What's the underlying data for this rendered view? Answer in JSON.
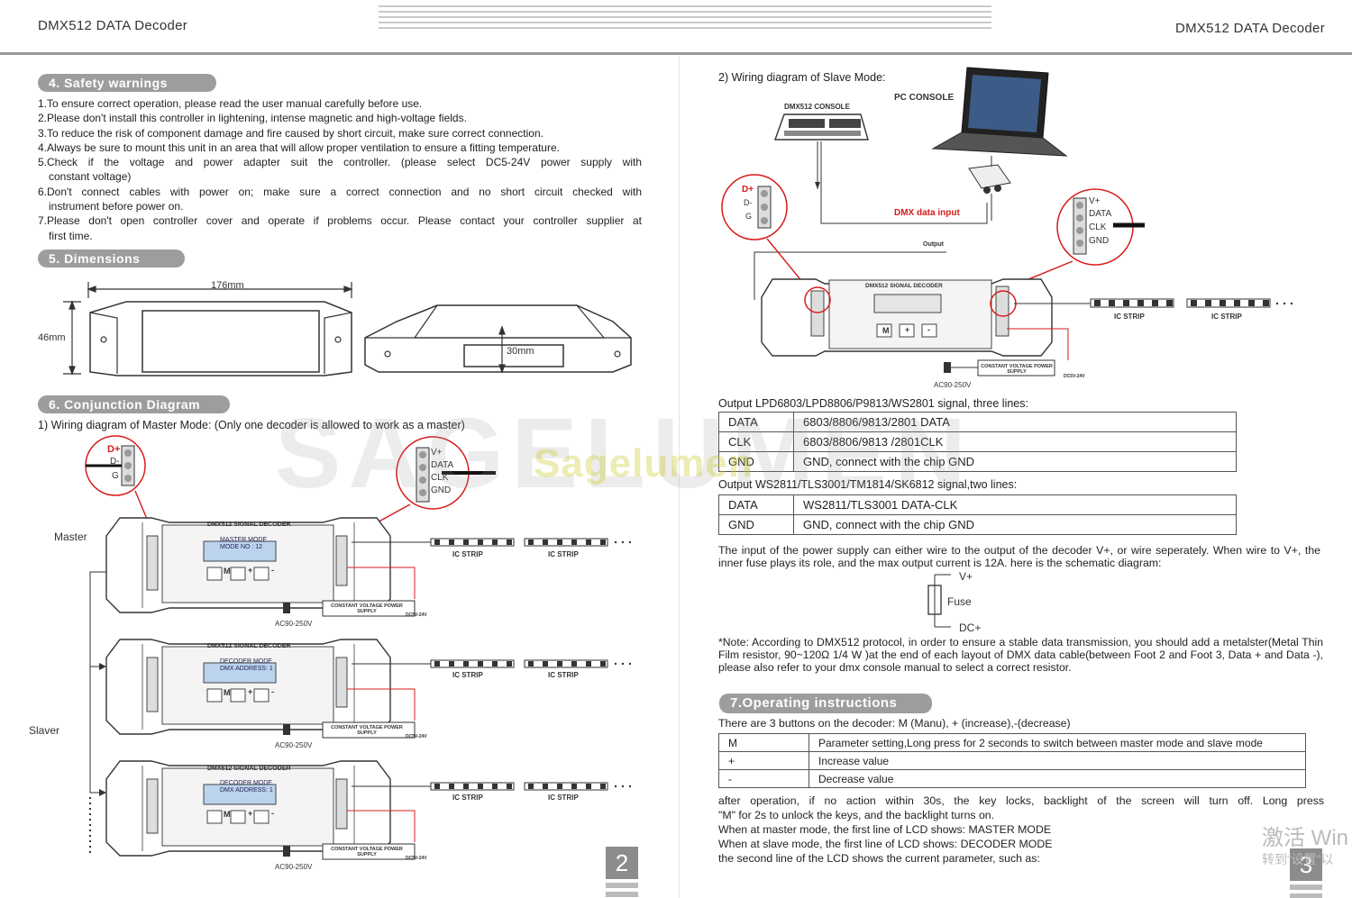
{
  "header": {
    "left_title": "DMX512 DATA Decoder",
    "right_title": "DMX512 DATA Decoder"
  },
  "left": {
    "safety": {
      "heading": "4. Safety warnings",
      "items": [
        "1.To ensure correct operation, please read the user manual carefully before use.",
        "2.Please don't install this controller in lightening, intense magnetic and high-voltage fields.",
        "3.To reduce the risk of component damage and fire caused by short circuit, make sure correct connection.",
        "4.Always be sure to mount this unit in an area that will allow proper ventilation to ensure a  fitting temperature.",
        "5.Check if the voltage and power adapter suit the controller. (please select DC5-24V power supply with",
        "constant voltage)",
        "6.Don't connect cables with power on; make sure a correct connection and no short circuit checked with",
        "instrument before power on.",
        "7.Please don't open controller cover and operate if problems occur. Please contact your controller supplier at",
        "first time."
      ]
    },
    "dimensions": {
      "heading": "5. Dimensions",
      "length": "176mm",
      "height": "46mm",
      "depth": "30mm"
    },
    "conjunction": {
      "heading": "6. Conjunction Diagram",
      "master_caption": "1) Wiring diagram of Master Mode: (Only one decoder is allowed to work as a master)",
      "master_label": "Master",
      "slaver_label": "Slaver",
      "decoder_title": "DMX512 SIGNAL DECODER",
      "lcd_master": [
        "MASTER  MODE",
        "MODE NO  :  12"
      ],
      "lcd_slave": [
        "DECODER  MODE",
        "DMX ADDRESS: 1"
      ],
      "buttons": [
        "M",
        "+",
        "-"
      ],
      "strip_label": "IC STRIP",
      "psu_label": "CONSTANT VOLTAGE POWER SUPPLY",
      "ac_label": "AC90-250V",
      "dc_label": "DC5V-24V",
      "connector_left": [
        "D+",
        "D-",
        "G"
      ],
      "connector_right": [
        "V+",
        "DATA",
        "CLK",
        "GND"
      ]
    },
    "page_number": "2"
  },
  "right": {
    "slave_caption": "2) Wiring diagram of Slave Mode:",
    "pc_console": "PC CONSOLE",
    "dmx_console": "DMX512 CONSOLE",
    "dmx_input": "DMX data input",
    "output_label": "Output",
    "three_lines_title": "Output LPD6803/LPD8806/P9813/WS2801 signal, three lines:",
    "three_lines": [
      [
        "DATA",
        "6803/8806/9813/2801 DATA"
      ],
      [
        "CLK",
        "6803/8806/9813 /2801CLK"
      ],
      [
        "GND",
        "GND, connect with the chip GND"
      ]
    ],
    "two_lines_title": "Output WS2811/TLS3001/TM1814/SK6812 signal,two lines:",
    "two_lines": [
      [
        "DATA",
        "WS2811/TLS3001 DATA-CLK"
      ],
      [
        "GND",
        "GND, connect with the chip GND"
      ]
    ],
    "power_para": "The input of the power supply can either wire to the output of the decoder V+, or wire seperately. When wire to V+, the inner fuse plays its role, and the max output current is 12A. here is the schematic diagram:",
    "fuse": {
      "top": "V+",
      "mid": "Fuse",
      "bottom": "DC+"
    },
    "note": "*Note: According to DMX512 protocol, in order to ensure a stable data transmission, you should add a metalster(Metal Thin Film resistor,  90~120Ω 1/4 W )at the end of each layout of DMX data cable(between Foot 2 and Foot 3, Data + and Data -), please also refer to your dmx console manual to select a correct resistor.",
    "operating": {
      "heading": "7.Operating instructions",
      "intro": "There are 3 buttons on the decoder: M (Manu), + (increase),-(decrease)",
      "rows": [
        [
          "M",
          "Parameter setting,Long press for 2 seconds to switch between master mode and slave mode"
        ],
        [
          "+",
          "Increase value"
        ],
        [
          "-",
          "Decrease value"
        ]
      ],
      "after": [
        "after operation, if no action within 30s, the key locks, backlight of the screen will turn off.  Long press",
        "\"M\" for 2s to unlock the keys, and the backlight turns on.",
        "When at master mode, the first line of LCD shows: MASTER MODE",
        "When at slave mode, the first line of LCD shows: DECODER MODE",
        "the second line of the LCD shows the current parameter, such as:"
      ]
    },
    "page_number": "3"
  },
  "watermark": {
    "brand": "Sagelumen",
    "big": "SAGELUMEN"
  },
  "windows_overlay": {
    "line1": "激活 Win",
    "line2": "转到“设置”以"
  }
}
